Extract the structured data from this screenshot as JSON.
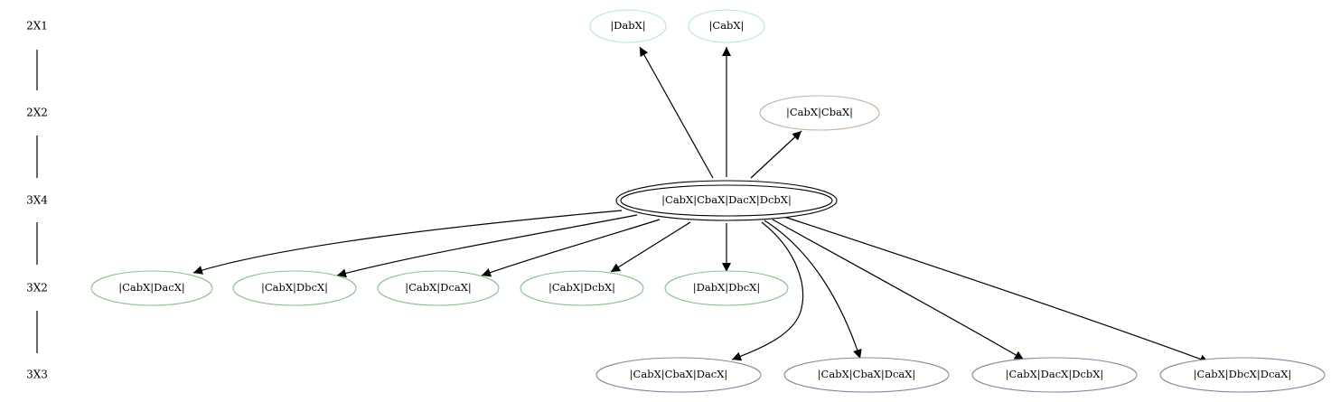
{
  "ranks": [
    {
      "id": "r1",
      "label": "2X1"
    },
    {
      "id": "r2",
      "label": "2X2"
    },
    {
      "id": "r3",
      "label": "3X4"
    },
    {
      "id": "r4",
      "label": "3X2"
    },
    {
      "id": "r5",
      "label": "3X3"
    }
  ],
  "colors": {
    "rank_2X1": "#b9e4e0",
    "rank_2X2": "#c9b3a0",
    "rank_3X4": "#000000",
    "rank_3X2": "#8dbf8d",
    "rank_3X3": "#7a8ba1",
    "edge": "#000000"
  },
  "nodes": [
    {
      "id": "dabx",
      "label": "|DabX|",
      "rank": "2X1"
    },
    {
      "id": "cabx",
      "label": "|CabX|",
      "rank": "2X1"
    },
    {
      "id": "cabx_cbax",
      "label": "|CabX|CbaX|",
      "rank": "2X2"
    },
    {
      "id": "root",
      "label": "|CabX|CbaX|DacX|DcbX|",
      "rank": "3X4"
    },
    {
      "id": "cabx_dacx",
      "label": "|CabX|DacX|",
      "rank": "3X2"
    },
    {
      "id": "cabx_dbcx",
      "label": "|CabX|DbcX|",
      "rank": "3X2"
    },
    {
      "id": "cabx_dcax",
      "label": "|CabX|DcaX|",
      "rank": "3X2"
    },
    {
      "id": "cabx_dcbx",
      "label": "|CabX|DcbX|",
      "rank": "3X2"
    },
    {
      "id": "dabx_dbcx",
      "label": "|DabX|DbcX|",
      "rank": "3X2"
    },
    {
      "id": "cabx_cbax_dacx",
      "label": "|CabX|CbaX|DacX|",
      "rank": "3X3"
    },
    {
      "id": "cabx_cbax_dcax",
      "label": "|CabX|CbaX|DcaX|",
      "rank": "3X3"
    },
    {
      "id": "cabx_dacx_dcbx",
      "label": "|CabX|DacX|DcbX|",
      "rank": "3X3"
    },
    {
      "id": "cabx_dbcx_dcax",
      "label": "|CabX|DbcX|DcaX|",
      "rank": "3X3"
    }
  ],
  "edges": [
    {
      "from": "root",
      "to": "dabx"
    },
    {
      "from": "root",
      "to": "cabx"
    },
    {
      "from": "root",
      "to": "cabx_cbax"
    },
    {
      "from": "root",
      "to": "cabx_dacx"
    },
    {
      "from": "root",
      "to": "cabx_dbcx"
    },
    {
      "from": "root",
      "to": "cabx_dcax"
    },
    {
      "from": "root",
      "to": "cabx_dcbx"
    },
    {
      "from": "root",
      "to": "dabx_dbcx"
    },
    {
      "from": "root",
      "to": "cabx_cbax_dacx"
    },
    {
      "from": "root",
      "to": "cabx_cbax_dcax"
    },
    {
      "from": "root",
      "to": "cabx_dacx_dcbx"
    },
    {
      "from": "root",
      "to": "cabx_dbcx_dcax"
    }
  ]
}
